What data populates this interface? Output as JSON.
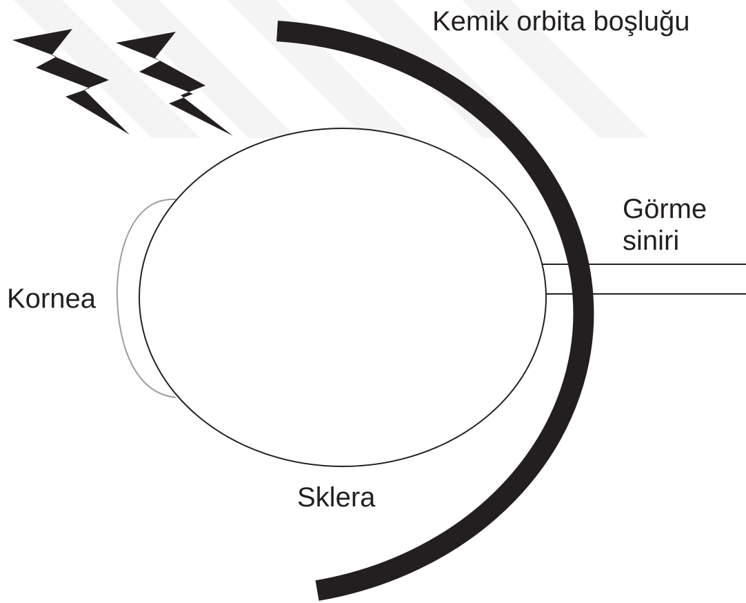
{
  "labels": {
    "orbit": "Kemik orbita boşluğu",
    "optic_nerve_line1": "Görme",
    "optic_nerve_line2": "siniri",
    "cornea": "Kornea",
    "sclera": "Sklera"
  },
  "colors": {
    "text": "#231f20",
    "orbit_wall": "#231f20",
    "eyeball_outline": "#231f20",
    "cornea_outline": "#9d9d9d",
    "lightning": "#231f20",
    "watermark": "#f4f4f4"
  }
}
